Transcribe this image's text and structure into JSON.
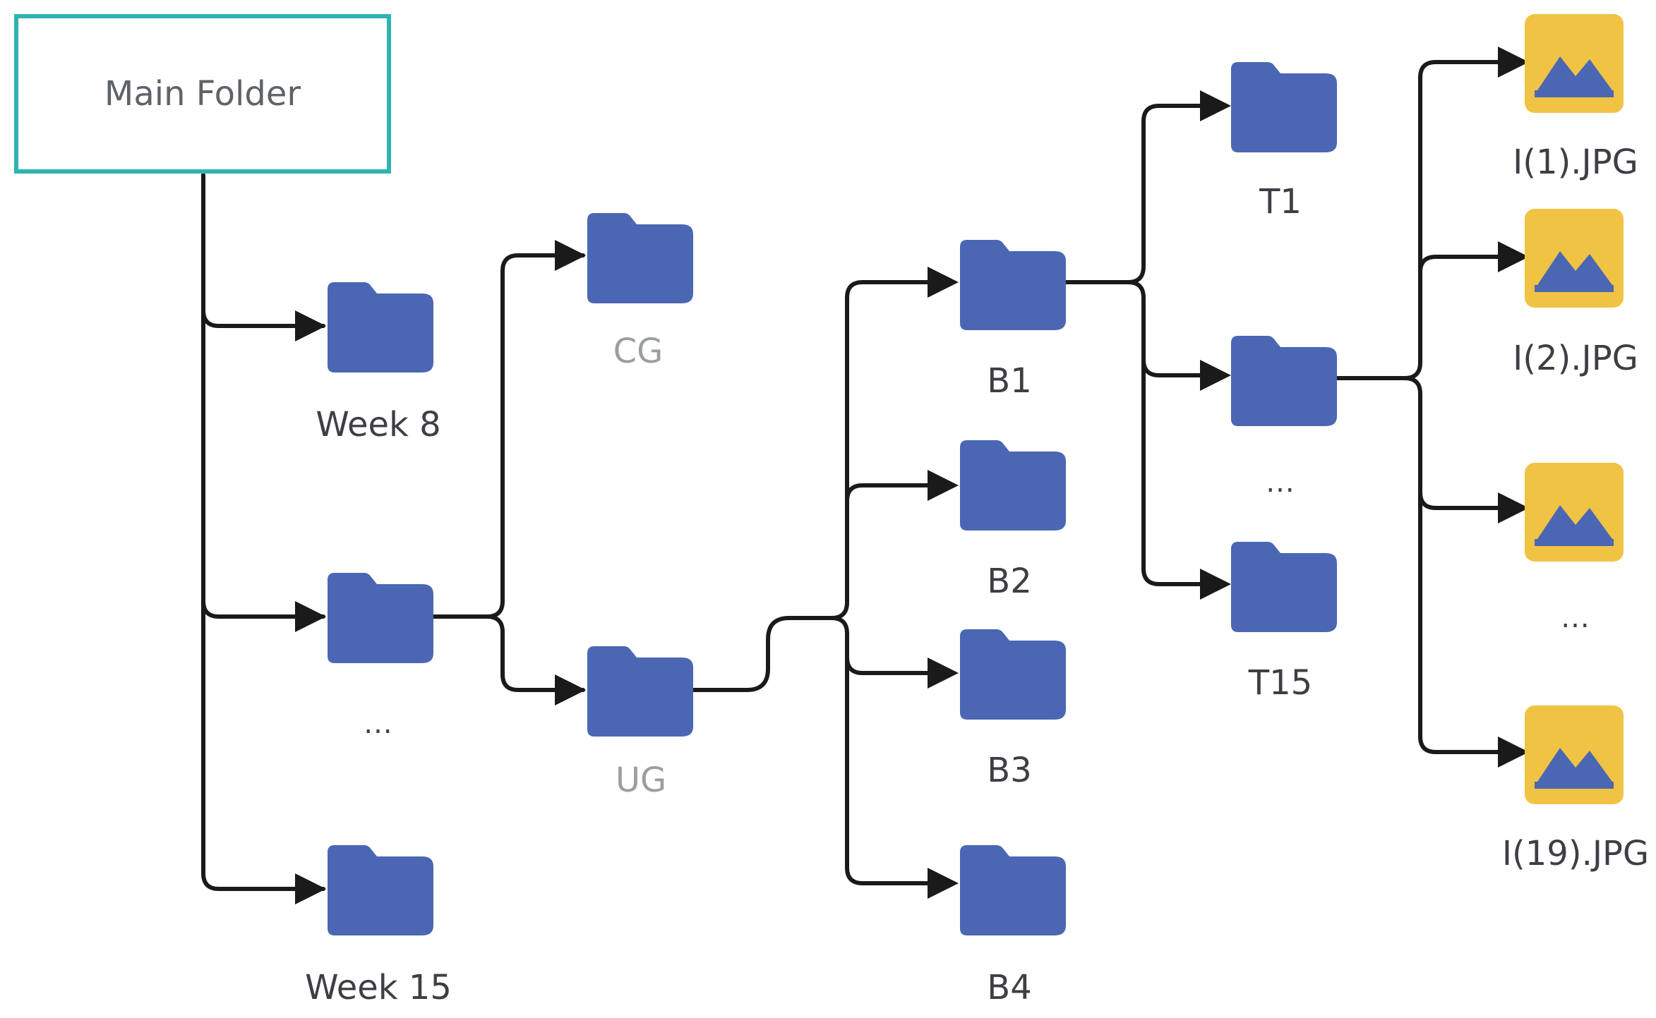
{
  "root": {
    "label": "Main Folder"
  },
  "colors": {
    "root_border": "#2fb3b0",
    "folder": "#4b67b4",
    "image_tile": "#f1c344",
    "image_glyph": "#4b67b4",
    "connector": "#1a1a1a"
  },
  "weeks": {
    "first": {
      "label": "Week 8",
      "icon": "folder-icon"
    },
    "middle": {
      "label": "",
      "icon": "folder-icon"
    },
    "ellipsis": "...",
    "last": {
      "label": "Week 15",
      "icon": "folder-icon"
    }
  },
  "groups": {
    "cg": {
      "label": "CG",
      "icon": "folder-icon"
    },
    "ug": {
      "label": "UG",
      "icon": "folder-icon"
    }
  },
  "blocks": {
    "b1": {
      "label": "B1",
      "icon": "folder-icon"
    },
    "b2": {
      "label": "B2",
      "icon": "folder-icon"
    },
    "b3": {
      "label": "B3",
      "icon": "folder-icon"
    },
    "b4": {
      "label": "B4",
      "icon": "folder-icon"
    }
  },
  "tests": {
    "t1": {
      "label": "T1",
      "icon": "folder-icon"
    },
    "middle": {
      "label": "",
      "icon": "folder-icon"
    },
    "ellipsis": "...",
    "t15": {
      "label": "T15",
      "icon": "folder-icon"
    }
  },
  "images": {
    "i1": {
      "label": "I(1).JPG",
      "icon": "image-icon"
    },
    "i2": {
      "label": "I(2).JPG",
      "icon": "image-icon"
    },
    "i3": {
      "label": "",
      "icon": "image-icon"
    },
    "ellipsis": "...",
    "i19": {
      "label": "I(19).JPG",
      "icon": "image-icon"
    }
  }
}
